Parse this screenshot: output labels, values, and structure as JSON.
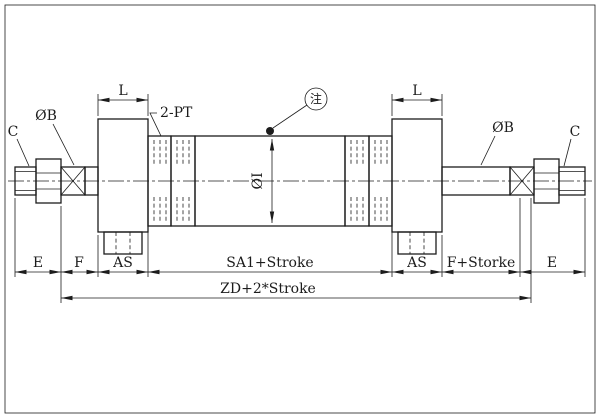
{
  "colors": {
    "line": "#1c1c1c",
    "background": "#ffffff"
  },
  "labels": {
    "chamfer": "C",
    "rod_diameter": "ØB",
    "cap_width": "L",
    "port": "2-PT",
    "note_marker": "注",
    "bore_diameter": "ØI"
  },
  "dimensions": {
    "e": "E",
    "f": "F",
    "as": "AS",
    "body": "SA1+Stroke",
    "f_plus_stroke": "F+Storke",
    "overall": "ZD+2*Stroke"
  }
}
